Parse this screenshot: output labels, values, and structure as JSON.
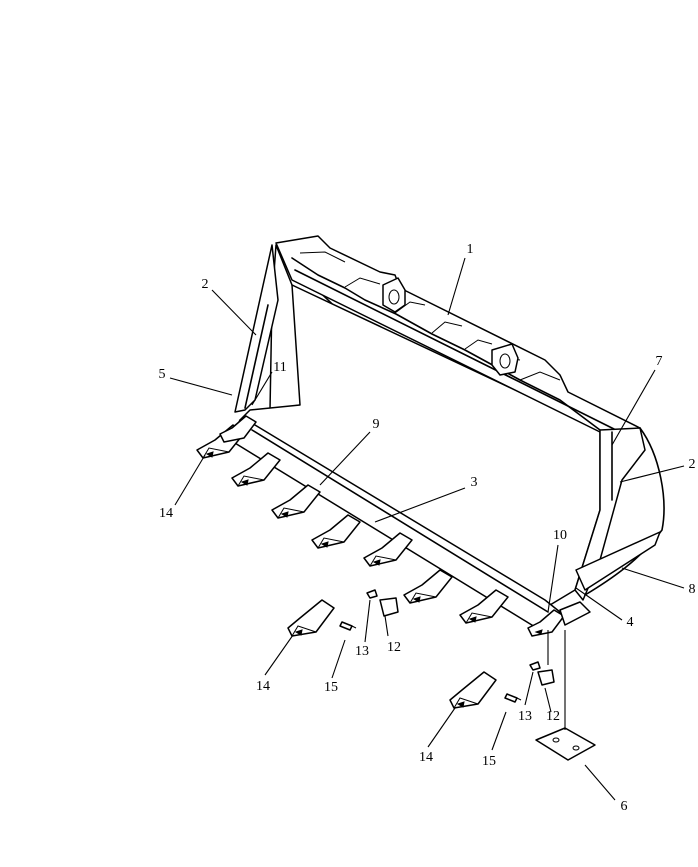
{
  "colors": {
    "ink": "#000000",
    "paper": "#ffffff"
  },
  "callouts": [
    {
      "id": "c1",
      "label": "1"
    },
    {
      "id": "c2a",
      "label": "2"
    },
    {
      "id": "c2b",
      "label": "2"
    },
    {
      "id": "c3",
      "label": "3"
    },
    {
      "id": "c4",
      "label": "4"
    },
    {
      "id": "c5",
      "label": "5"
    },
    {
      "id": "c6",
      "label": "6"
    },
    {
      "id": "c7",
      "label": "7"
    },
    {
      "id": "c8",
      "label": "8"
    },
    {
      "id": "c9",
      "label": "9"
    },
    {
      "id": "c10",
      "label": "10"
    },
    {
      "id": "c11",
      "label": "11"
    },
    {
      "id": "c12a",
      "label": "12"
    },
    {
      "id": "c12b",
      "label": "12"
    },
    {
      "id": "c13a",
      "label": "13"
    },
    {
      "id": "c13b",
      "label": "13"
    },
    {
      "id": "c14a",
      "label": "14"
    },
    {
      "id": "c14b",
      "label": "14"
    },
    {
      "id": "c14c",
      "label": "14"
    },
    {
      "id": "c15a",
      "label": "15"
    },
    {
      "id": "c15b",
      "label": "15"
    }
  ]
}
